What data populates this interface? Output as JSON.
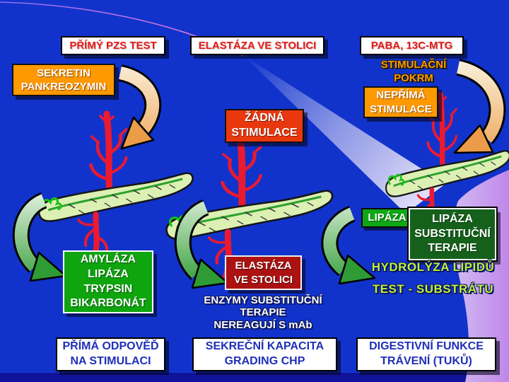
{
  "slide": {
    "columns": [
      {
        "title": "PŘÍMÝ PZS TEST",
        "stimulus": "SEKRETIN\nPANKREOZYMIN",
        "secretion": "AMYLÁZA\nLIPÁZA\nTRYPSIN\nBIKARBONÁT",
        "conclusion": "PŘÍMÁ ODPOVĚĎ\nNA STIMULACI"
      },
      {
        "title": "ELASTÁZA VE STOLICI",
        "stimulus": "ŽÁDNÁ\nSTIMULACE",
        "secretion": "ELASTÁZA\nVE STOLICI",
        "note": "ENZYMY SUBSTITUČNÍ\nTERAPIE\nNEREAGUJÍ S mAb",
        "conclusion": "SEKREČNÍ KAPACITA\nGRADING CHP"
      },
      {
        "title": "PABA, 13C-MTG",
        "meal": "STIMULAČNÍ\nPOKRM",
        "stimulus": "NEPŘÍMÁ\nSTIMULACE",
        "enzyme": "LIPÁZA",
        "therapy": "LIPÁZA\nSUBSTITUČNÍ\nTERAPIE",
        "note": "HYDROLÝZA LIPIDŮ\nTEST - SUBSTRÁTU",
        "conclusion": "DIGESTIVNÍ FUNKCE\nTRÁVENÍ (TUKŮ)"
      }
    ],
    "colors": {
      "background": "#1133CC",
      "bottom_bar": "#10139A",
      "swoosh": "#C98CEA",
      "beam": "#EFE8FA",
      "comet_arc": "#F07AD0",
      "title_text": "#E21C1C",
      "navy_text": "#1F2FB8",
      "orange_box": "#FF9900",
      "red_box": "#E9380E",
      "dark_red_box": "#AC1212",
      "green_box": "#0EA50E",
      "dark_green_box": "#15611C",
      "highlight_green_text": "#BFF239",
      "stim_arrow": "#EDA351",
      "secretion_arrow": "#2F9B35",
      "gland": "#DCF0B4",
      "vessels": "#EA1A30"
    }
  }
}
